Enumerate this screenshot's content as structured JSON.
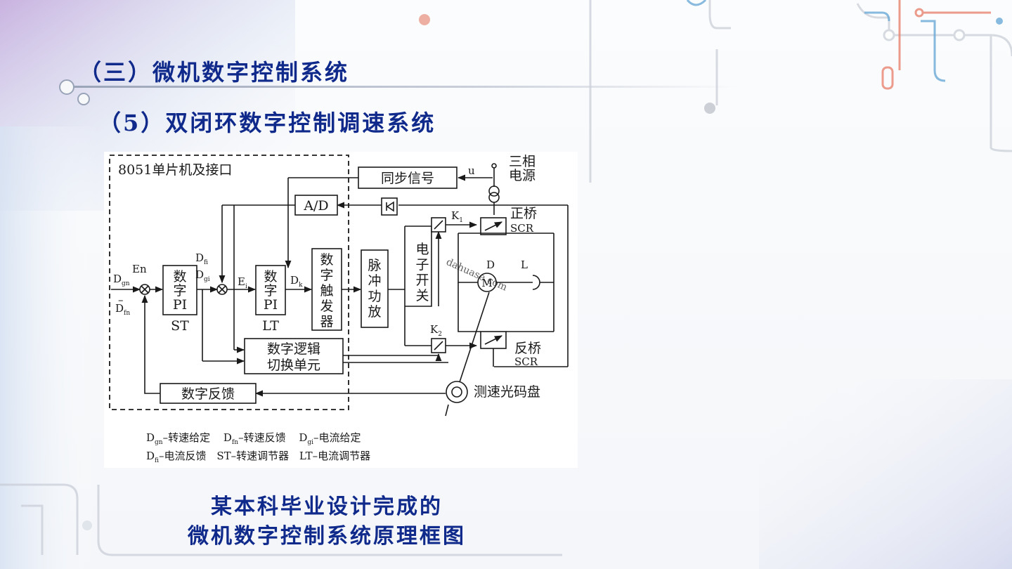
{
  "slide": {
    "title": "（三）微机数字控制系统",
    "subtitle": "（5）双闭环数字控制调速系统",
    "caption_line1": "某本科毕业设计完成的",
    "caption_line2": "微机数字控制系统原理框图"
  },
  "diagram": {
    "region_label": "8051单片机及接口",
    "blocks": {
      "sync": "同步信号",
      "ad": "A/D",
      "speed_pi": [
        "数",
        "字",
        "PI"
      ],
      "speed_pi_tag": "ST",
      "current_pi": [
        "数",
        "字",
        "PI"
      ],
      "current_pi_tag": "LT",
      "trigger": [
        "数",
        "字",
        "触",
        "发",
        "器"
      ],
      "pulse_amp": [
        "脉",
        "冲",
        "功",
        "放"
      ],
      "switch": [
        "电",
        "子",
        "开",
        "关"
      ],
      "logic": [
        "数字逻辑",
        "切换单元"
      ],
      "feedback": "数字反馈"
    },
    "labels": {
      "three_phase": [
        "三相",
        "电源"
      ],
      "u": "u",
      "forward_bridge": [
        "正桥",
        "SCR"
      ],
      "reverse_bridge": [
        "反桥",
        "SCR"
      ],
      "encoder": "测速光码盘",
      "motor": "M",
      "motor_d": "D",
      "inductor": "L",
      "k1": "K",
      "k1_sub": "1",
      "k2": "K",
      "k2_sub": "2",
      "En": "En",
      "D": "D",
      "Dgn_sub": "gn",
      "Dfn_sub": "fn",
      "Dfi_sub": "fi",
      "Dgi_sub": "gi",
      "Ei": "E",
      "Ei_sub": "i",
      "Dk": "D",
      "Dk_sub": "k",
      "minus": "–",
      "watermark": "dahuase.com"
    },
    "legend_line1": [
      {
        "sym": "D",
        "sub": "gn",
        "text": "–转速给定"
      },
      {
        "sym": "D",
        "sub": "fn",
        "text": "–转速反馈"
      },
      {
        "sym": "D",
        "sub": "gi",
        "text": "–电流给定"
      }
    ],
    "legend_line2": [
      {
        "sym": "D",
        "sub": "fi",
        "text": "–电流反馈"
      },
      {
        "sym": "ST",
        "sub": "",
        "text": "–转速调节器"
      },
      {
        "sym": "LT",
        "sub": "",
        "text": "–电流调节器"
      }
    ]
  },
  "theme": {
    "heading_color": "#102a8c",
    "accent_colors": [
      "#8e6bb8",
      "#e8836f",
      "#6aa9d6",
      "#9aa4b8"
    ]
  }
}
